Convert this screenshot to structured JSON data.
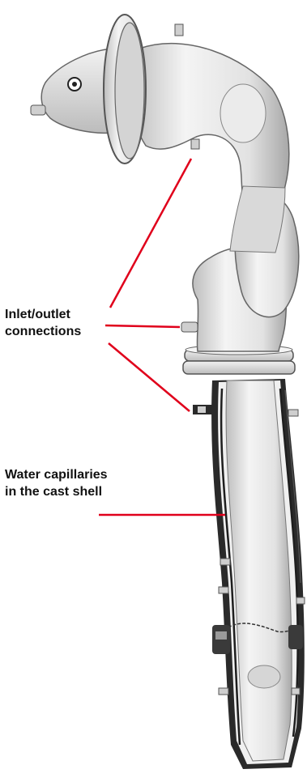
{
  "labels": {
    "inlet_outlet": {
      "line1": "Inlet/outlet",
      "line2": "connections"
    },
    "water_capillaries": {
      "line1": "Water capillaries",
      "line2": "in the cast shell"
    }
  },
  "colors": {
    "leader_line": "#e0001b",
    "body_fill": "#e6e6e6",
    "body_outline": "#4a4a4a",
    "capillary_dark": "#1e1e1e"
  }
}
